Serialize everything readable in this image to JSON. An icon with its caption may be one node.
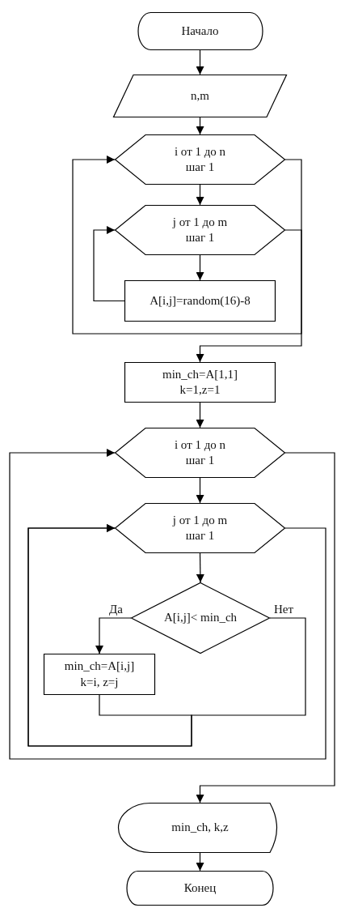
{
  "diagram": {
    "nodes": [
      {
        "text": [
          "Начало"
        ]
      },
      {
        "text": [
          "n,m"
        ]
      },
      {
        "text": [
          "i от 1 до n шаг 1"
        ]
      },
      {
        "text": [
          "j от 1 до m шаг 1"
        ]
      },
      {
        "text": [
          "A[i,j]=random(16)-8"
        ]
      },
      {
        "text": [
          "min_ch=A[1,1] k=1,z=1"
        ]
      },
      {
        "text": [
          "i от 1 до n шаг 1"
        ]
      },
      {
        "text": [
          "j от 1 до m шаг 1"
        ]
      },
      {
        "text": [
          "A[i,j]< min_ch"
        ]
      },
      {
        "text": [
          "min_ch=A[i,j] k=i, z=j"
        ]
      },
      {
        "text": [
          "min_ch, k,z"
        ]
      },
      {
        "text": [
          "Конец"
        ]
      }
    ],
    "edges": [
      {
        "from": 0,
        "to": 1,
        "arrow": "to"
      },
      {
        "from": 1,
        "to": 2,
        "arrow": "to"
      },
      {
        "from": 2,
        "to": 3,
        "arrow": "to"
      },
      {
        "from": 3,
        "to": 4,
        "arrow": "to"
      },
      {
        "from": 4,
        "to": 3,
        "arrow": "to"
      },
      {
        "from": 3,
        "to": 2,
        "arrow": "to"
      },
      {
        "from": 2,
        "to": 5,
        "arrow": "to"
      },
      {
        "from": 5,
        "to": 6,
        "arrow": "to"
      },
      {
        "from": 6,
        "to": 7,
        "arrow": "to"
      },
      {
        "from": 7,
        "to": 8,
        "arrow": "to"
      },
      {
        "from": 8,
        "to": 9,
        "arrow": "to",
        "label": "Да"
      },
      {
        "from": 8,
        "to": 7,
        "arrow": "to",
        "label": "Нет"
      },
      {
        "from": 9,
        "to": 7,
        "arrow": "to"
      },
      {
        "from": 7,
        "to": 6,
        "arrow": "to"
      },
      {
        "from": 6,
        "to": 10,
        "arrow": "to"
      },
      {
        "from": 10,
        "to": 11,
        "arrow": "to"
      }
    ]
  }
}
